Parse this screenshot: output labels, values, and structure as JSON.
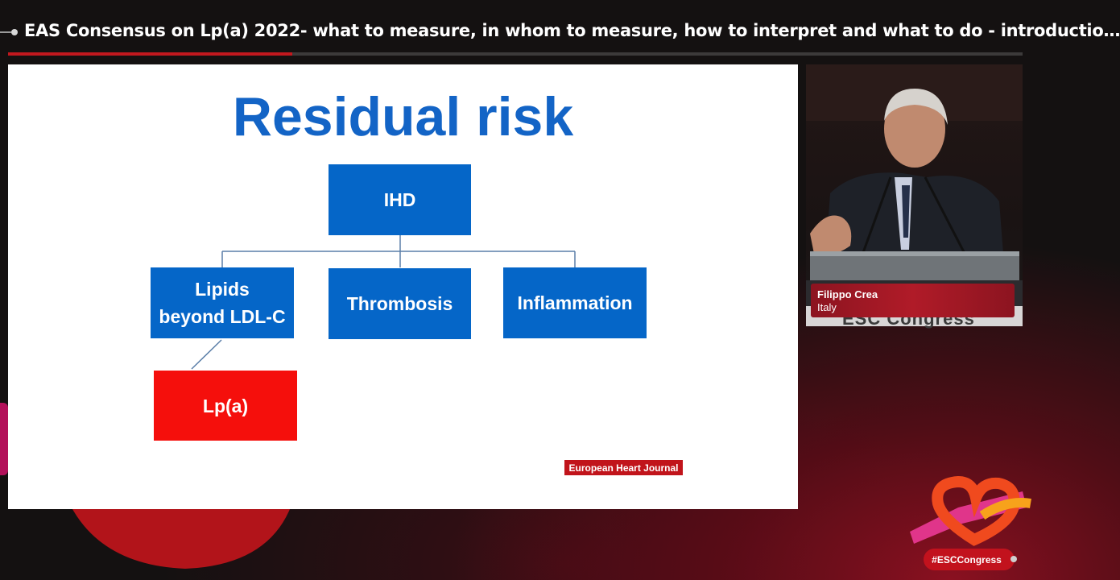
{
  "header": {
    "title": "EAS Consensus on Lp(a) 2022- what to measure, in whom to measure, how to interpret and what to do - introductio…",
    "progress_fraction": 0.28
  },
  "slide": {
    "title": "Residual risk",
    "boxes": {
      "ihd": "IHD",
      "lipids_line1": "Lipids",
      "lipids_line2": "beyond LDL-C",
      "thrombosis": "Thrombosis",
      "inflammation": "Inflammation",
      "lpa": "Lp(a)"
    },
    "source_badge": "European Heart Journal",
    "colors": {
      "title": "#1364c6",
      "box": "#0566c8",
      "highlight": "#f50f0c",
      "source": "#c1141b"
    }
  },
  "speaker": {
    "name": "Filippo Crea",
    "country": "Italy",
    "backdrop_text": "ESC Congress"
  },
  "footer": {
    "hashtag": "#ESCCongress",
    "logo_icon": "esc-heart-logo-icon"
  }
}
